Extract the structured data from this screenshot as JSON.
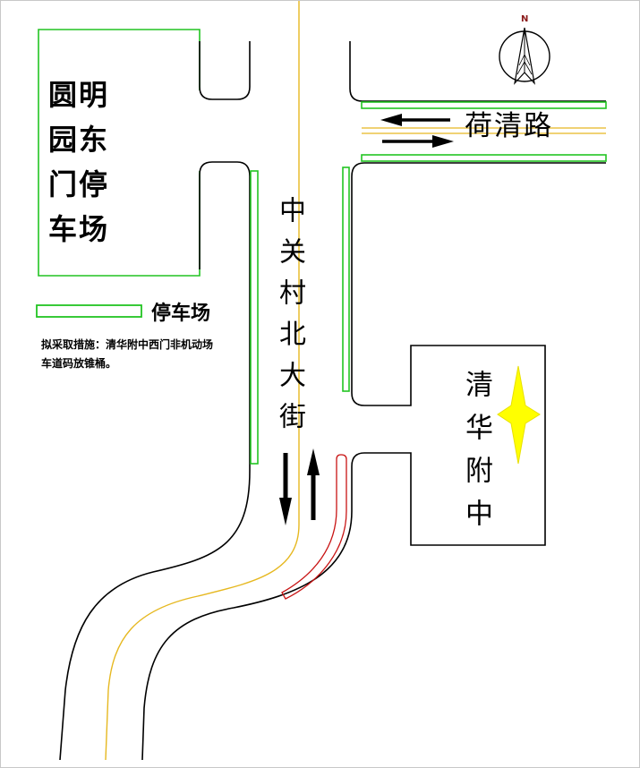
{
  "parking_lot": {
    "label_lines": [
      "圆明",
      "园东",
      "门停",
      "车场"
    ]
  },
  "legend": {
    "label": "停车场",
    "color": "#22c422"
  },
  "note": {
    "lines": [
      "拟采取措施：清华附中西门非机动场",
      "车道码放锥桶。"
    ]
  },
  "roads": {
    "main_street": "中关村北大街",
    "side_road": "荷清路"
  },
  "school": {
    "name": "清华附中"
  },
  "compass": {
    "label": "N"
  },
  "colors": {
    "parking": "#22c422",
    "road_edge": "#000000",
    "center_line": "#e6b820",
    "cone_lane": "#c81414",
    "school_marker": "#ffff00"
  }
}
